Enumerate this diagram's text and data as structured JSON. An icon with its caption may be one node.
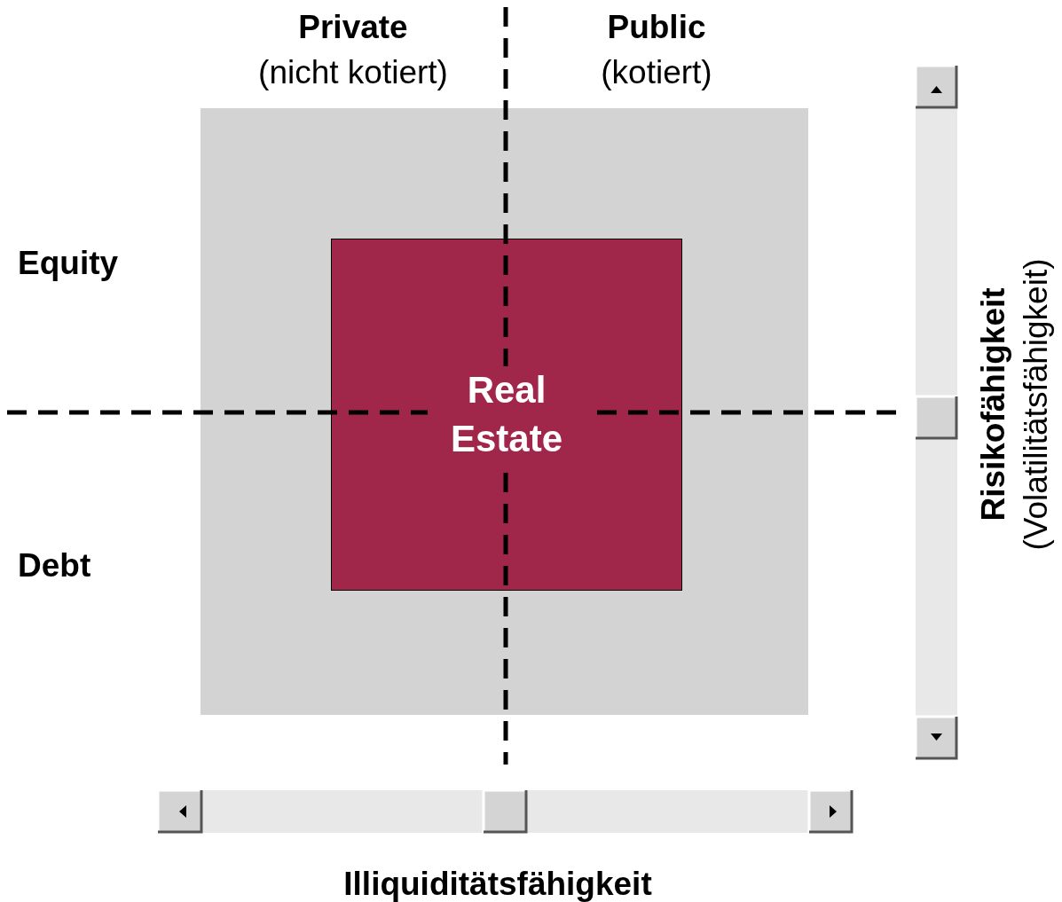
{
  "diagram": {
    "nodes": [
      {
        "text": [],
        "shape": "box"
      },
      {
        "text": [
          "Real Estate"
        ],
        "in": 0
      }
    ],
    "labels": [
      "Private",
      "(nicht kotiert)",
      "Public",
      "(kotiert)",
      "Equity",
      "Debt",
      "Risikofähigkeit",
      "(Volatilitätsfähigkeit)",
      "Illiquiditätsfähigkeit"
    ]
  }
}
